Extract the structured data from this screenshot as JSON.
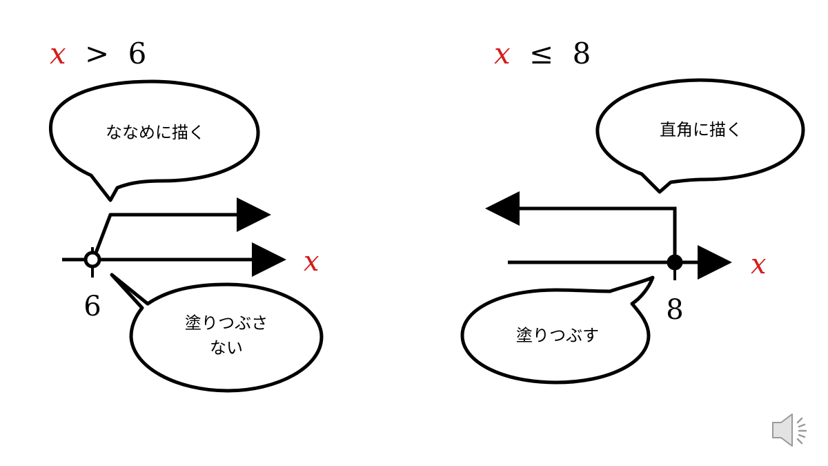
{
  "colors": {
    "variable": "#d21f1f",
    "ink": "#000000",
    "background": "#ffffff",
    "speaker": "#9a9a9a"
  },
  "left": {
    "inequality": {
      "variable": "x",
      "operator": ">",
      "value": "6"
    },
    "axis_label": "x",
    "point_label": "6",
    "point_type": "open",
    "top_bubble": "ななめに描く",
    "bottom_bubble_line1": "塗りつぶさ",
    "bottom_bubble_line2": "ない"
  },
  "right": {
    "inequality": {
      "variable": "x",
      "operator": "≤",
      "value": "8"
    },
    "axis_label": "x",
    "point_label": "8",
    "point_type": "filled",
    "top_bubble": "直角に描く",
    "bottom_bubble": "塗りつぶす"
  },
  "icons": {
    "audio": "speaker-icon"
  }
}
